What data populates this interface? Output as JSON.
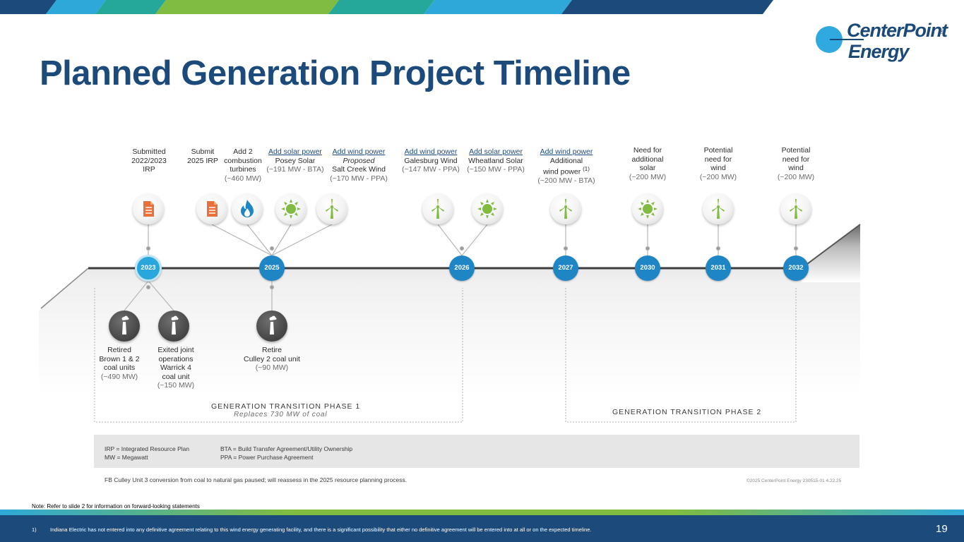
{
  "title": "Planned Generation Project Timeline",
  "logo": {
    "line1": "CenterPoint",
    "line2": "Energy",
    "registered": "®"
  },
  "colors": {
    "navy": "#1c4b7b",
    "blue": "#1f86c6",
    "light_blue": "#29a6dc",
    "green": "#7fbc41",
    "orange": "#e8703a"
  },
  "timeline": {
    "years": [
      "2023",
      "2025",
      "2026",
      "2027",
      "2030",
      "2031",
      "2032"
    ],
    "top_items": [
      {
        "icon": "document-icon",
        "lines": [
          "Submitted",
          "2022/2023",
          "IRP"
        ]
      },
      {
        "icon": "document-icon",
        "lines": [
          "Submit",
          "2025 IRP"
        ]
      },
      {
        "icon": "flame-icon",
        "lines": [
          "Add 2",
          "combustion",
          "turbines"
        ],
        "mw": "(~460 MW)"
      },
      {
        "icon": "sun-icon",
        "heading": "Add solar power",
        "lines": [
          "Posey Solar"
        ],
        "mw": "(~191 MW - BTA)"
      },
      {
        "icon": "wind-turbine-icon",
        "heading": "Add wind power",
        "italic": "Proposed",
        "lines": [
          "Salt Creek Wind"
        ],
        "mw": "(~170 MW - PPA)"
      },
      {
        "icon": "wind-turbine-icon",
        "heading": "Add wind power",
        "lines": [
          "Galesburg Wind"
        ],
        "mw": "(~147 MW - PPA)"
      },
      {
        "icon": "sun-icon",
        "heading": "Add solar power",
        "lines": [
          "Wheatland Solar"
        ],
        "mw": "(~150 MW - PPA)"
      },
      {
        "icon": "wind-turbine-icon",
        "heading": "Add wind power",
        "lines": [
          "Additional",
          "wind power"
        ],
        "footnote_ref": "(1)",
        "mw": "(~200 MW - BTA)"
      },
      {
        "icon": "sun-icon",
        "lines": [
          "Need for",
          "additional",
          "solar"
        ],
        "mw": "(~200 MW)"
      },
      {
        "icon": "wind-turbine-icon",
        "lines": [
          "Potential",
          "need for",
          "wind"
        ],
        "mw": "(~200 MW)"
      },
      {
        "icon": "wind-turbine-icon",
        "lines": [
          "Potential",
          "need for",
          "wind"
        ],
        "mw": "(~200 MW)"
      }
    ],
    "bottom_items": [
      {
        "icon": "coal-plant-icon",
        "lines": [
          "Retired",
          "Brown 1 & 2",
          "coal units"
        ],
        "mw": "(~490 MW)"
      },
      {
        "icon": "coal-plant-icon",
        "lines": [
          "Exited joint",
          "operations",
          "Warrick 4",
          "coal unit"
        ],
        "mw": "(~150 MW)"
      },
      {
        "icon": "coal-plant-icon",
        "lines": [
          "Retire",
          "Culley 2 coal unit"
        ],
        "mw": "(~90 MW)"
      }
    ],
    "phase1": {
      "title": "GENERATION TRANSITION PHASE 1",
      "subtitle": "Replaces 730 MW of coal"
    },
    "phase2": {
      "title": "GENERATION TRANSITION PHASE 2"
    }
  },
  "legend": {
    "irp": "IRP = Integrated Resource Plan",
    "mw": "MW = Megawatt",
    "bta": "BTA = Build Transfer Agreement/Utility Ownership",
    "ppa": "PPA = Power Purchase Agreement"
  },
  "culley_note": "FB Culley Unit 3 conversion from coal to natural gas paused; will reassess in the 2025 resource planning process.",
  "copyright": "©2025 CenterPoint Energy 230515-01 4.22.25",
  "forward_note": "Note: Refer to slide 2 for information on forward-looking statements",
  "footnote": {
    "number": "1)",
    "text": "Indiana Electric has not entered into any definitive agreement relating to this wind energy generating facility, and there is a significant possibility that either no  definitive agreement will be entered into at all or on the expected timeline."
  },
  "page_number": "19"
}
